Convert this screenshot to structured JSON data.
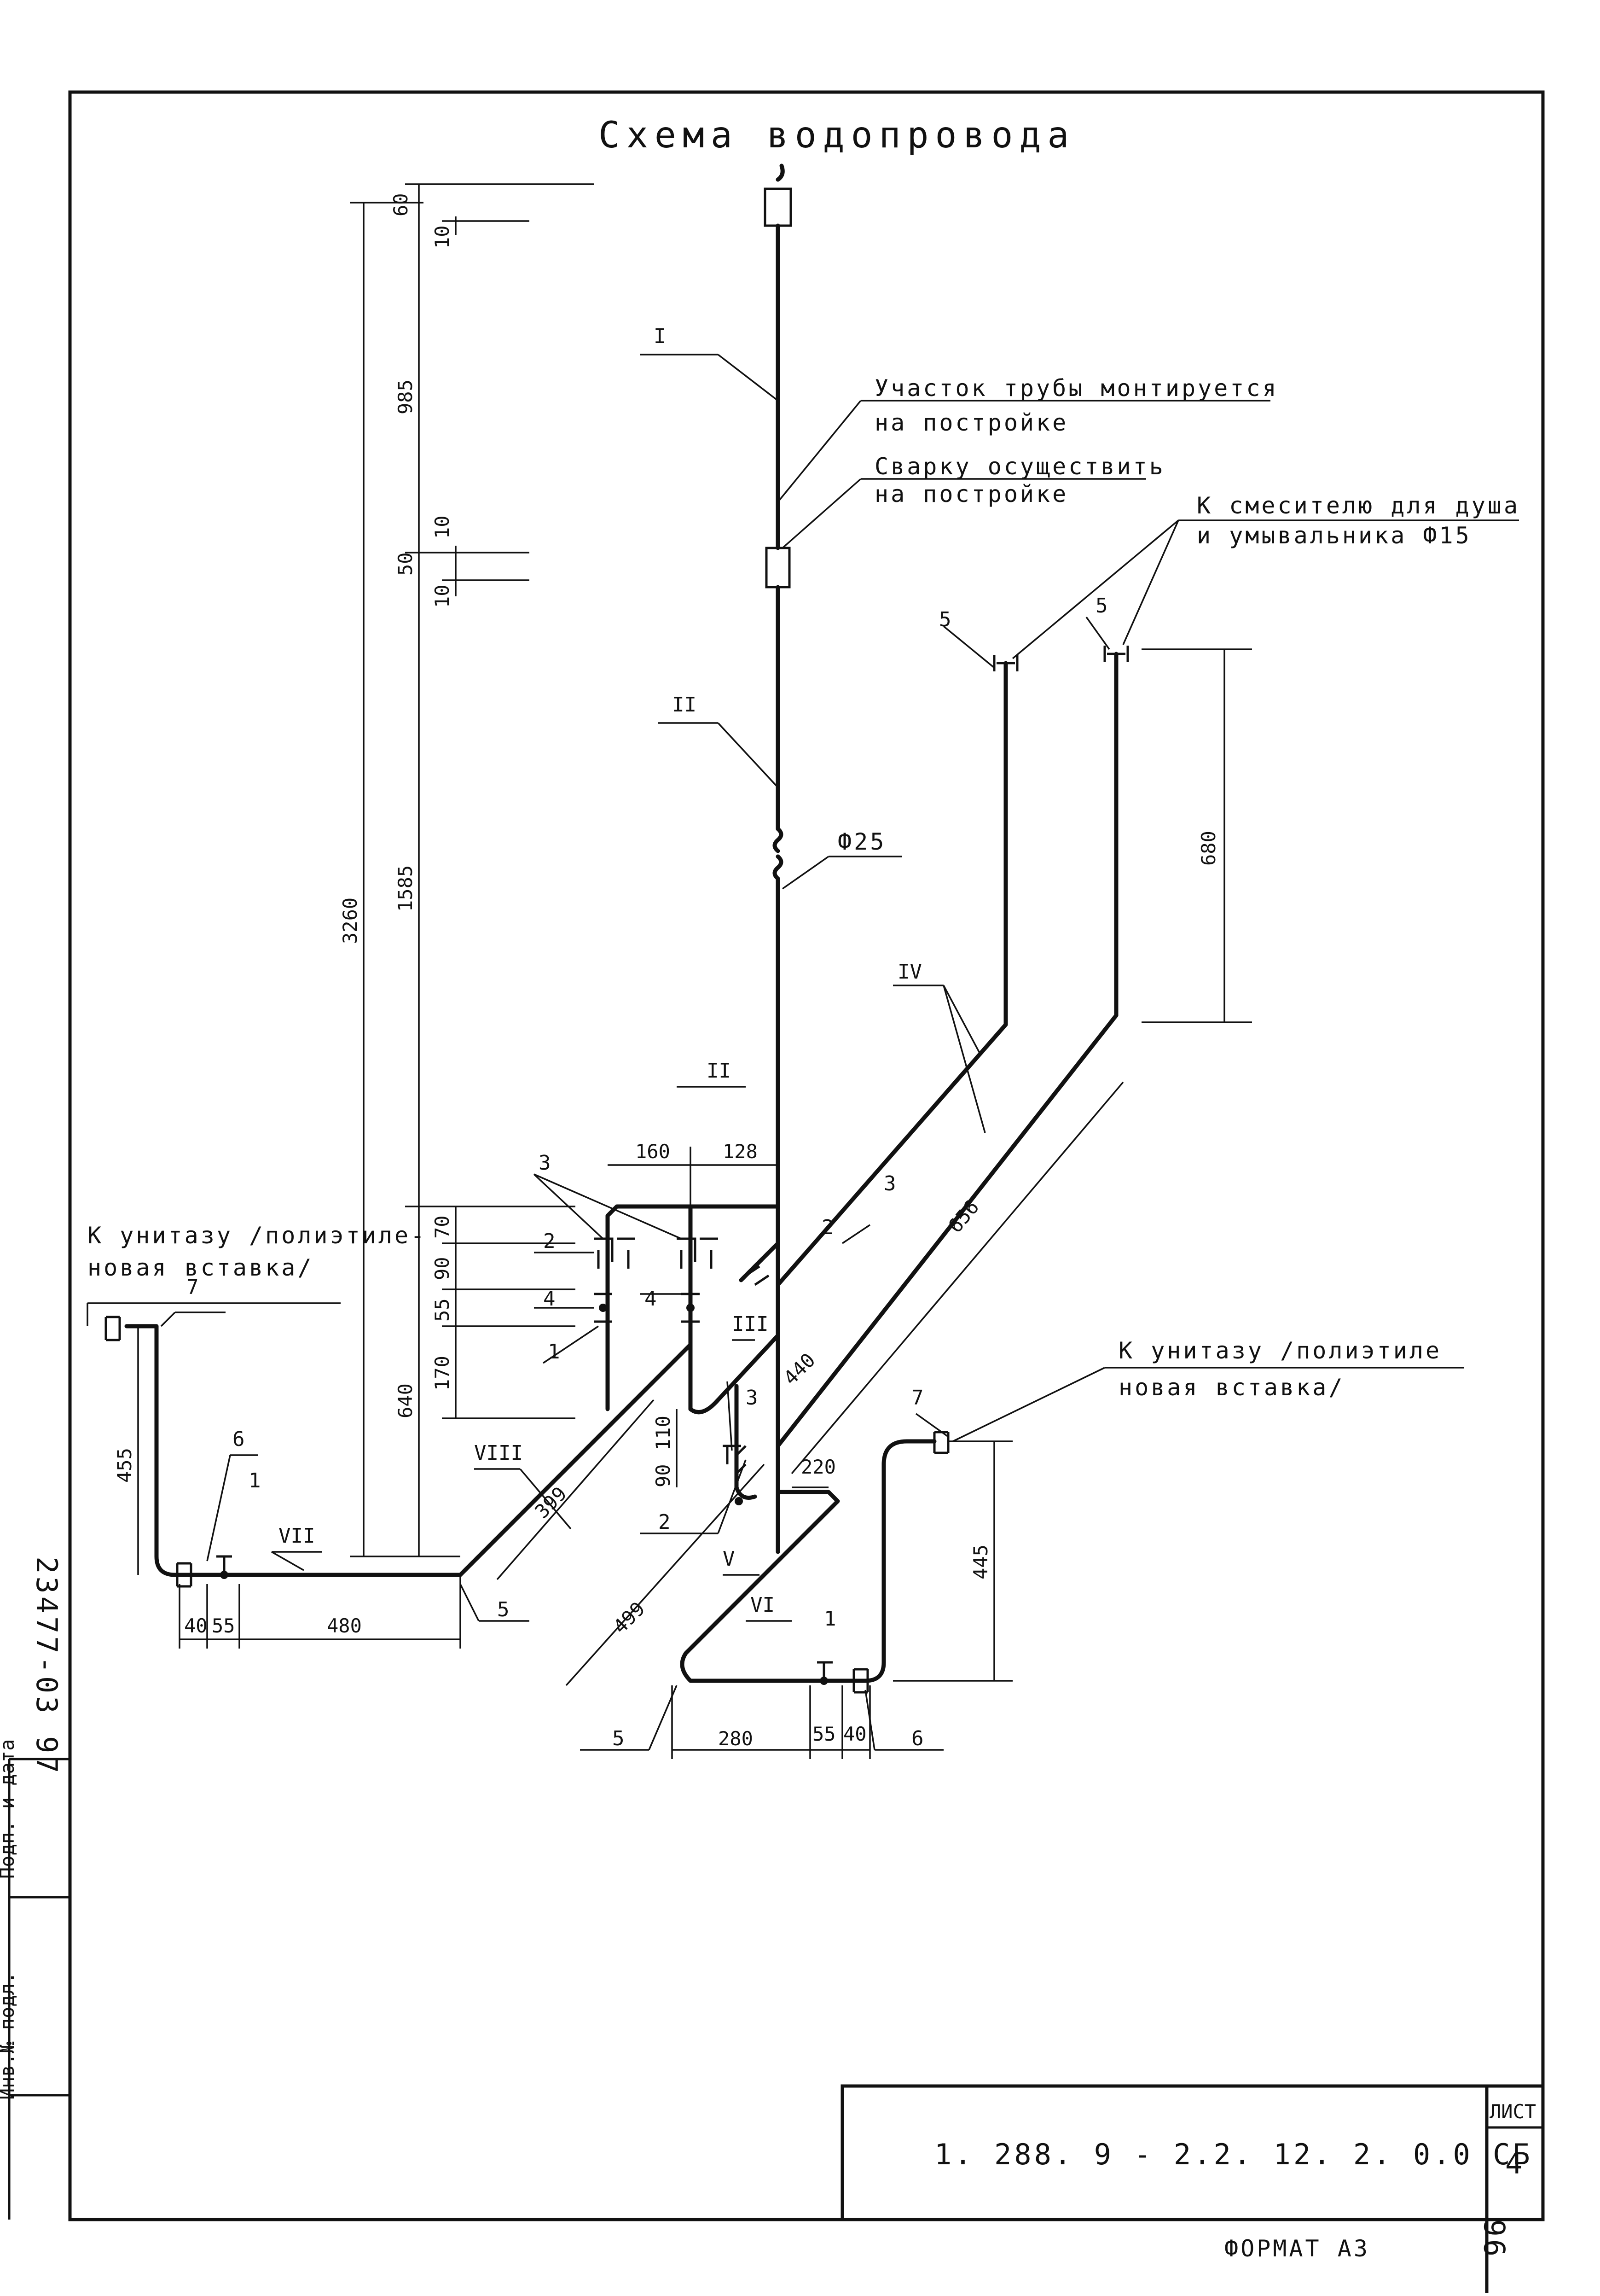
{
  "drawing": {
    "title": "Схема водопровода",
    "notes": {
      "pipe_section_line1": "Участок трубы монтируется",
      "pipe_section_line2": "на постройке",
      "weld_line1": "Сварку осуществить",
      "weld_line2": "на постройке",
      "mixer_line1": "К смесителю для душа",
      "mixer_line2": "и умывальника Ф15",
      "toilet_left_line1": "К унитазу /полиэтиле-",
      "toilet_left_line2": "новая вставка/",
      "toilet_right_line1": "К унитазу /полиэтиле",
      "toilet_right_line2": "новая вставка/"
    },
    "pipe_diameter": "Ф25",
    "section_marks": [
      "I",
      "II",
      "II",
      "III",
      "IV",
      "V",
      "VI",
      "VII",
      "VIII"
    ],
    "position_numbers": [
      "1",
      "2",
      "3",
      "4",
      "5",
      "6",
      "7"
    ],
    "dimensions": {
      "d60": "60",
      "d10": "10",
      "d985": "985",
      "d50": "50",
      "d1585": "1585",
      "d3260": "3260",
      "d680": "680",
      "d160": "160",
      "d128": "128",
      "d70": "70",
      "d90": "90",
      "d55": "55",
      "d170": "170",
      "d640": "640",
      "d455": "455",
      "d40": "40",
      "d480": "480",
      "d399": "399",
      "d110": "110",
      "d656": "656",
      "d440": "440",
      "d220": "220",
      "d499": "499",
      "d445": "445",
      "d280": "280"
    },
    "side_stamp": "23477-03  97"
  },
  "title_block": {
    "designation": "1. 288. 9 - 2.2.   12. 2. 0.0  СБ",
    "sheet_label": "ЛИСТ",
    "sheet_number": "4",
    "format": "ФОРМАТ  А3",
    "page_number": "96"
  }
}
